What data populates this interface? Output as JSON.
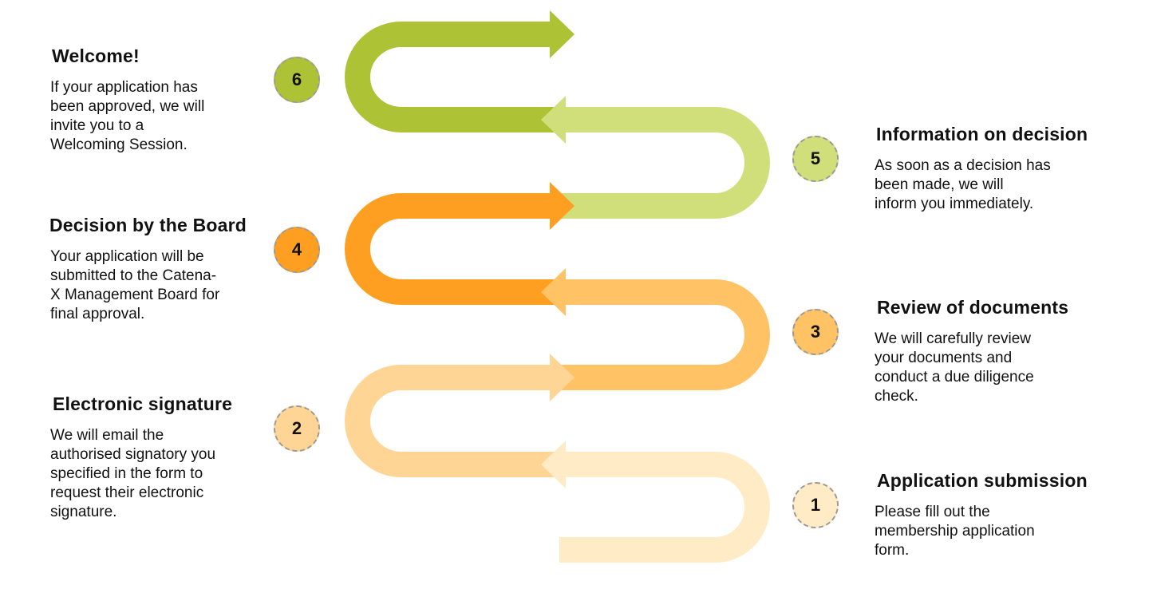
{
  "colors": {
    "step1": "#FFEBC6",
    "step2": "#FFD596",
    "step3": "#FFC365",
    "step4": "#FF9F21",
    "step5": "#D1DF7A",
    "step6": "#AEC235"
  },
  "steps": [
    {
      "number": "1",
      "title": "Application submission",
      "lines": [
        "Please fill out the",
        "membership application",
        "form."
      ]
    },
    {
      "number": "2",
      "title": "Electronic signature",
      "lines": [
        "We will email the",
        "authorised signatory you",
        "specified in the form to",
        "request their electronic",
        "signature."
      ]
    },
    {
      "number": "3",
      "title": "Review of documents",
      "lines": [
        "We will carefully review",
        "your documents and",
        "conduct a due diligence",
        "check."
      ]
    },
    {
      "number": "4",
      "title": "Decision by the Board",
      "lines": [
        "Your application will be",
        "submitted to the Catena-",
        "X Management Board for",
        "final approval."
      ]
    },
    {
      "number": "5",
      "title": "Information on decision",
      "lines": [
        "As soon as a decision has",
        "been made, we will",
        "inform you immediately."
      ]
    },
    {
      "number": "6",
      "title": "Welcome!",
      "lines": [
        "If your application has",
        "been approved, we will",
        "invite you to a",
        "Welcoming Session."
      ]
    }
  ]
}
